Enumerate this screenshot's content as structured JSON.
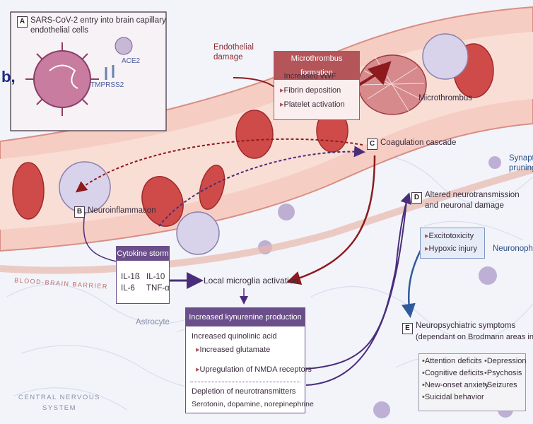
{
  "panel_label": "b,",
  "sections": {
    "a": {
      "badge": "A",
      "line1": "SARS-CoV-2 entry into brain capillary",
      "line2": "endothelial cells",
      "ace2": "ACE2",
      "tmprss2": "TMPRSS2"
    },
    "b": {
      "badge": "B",
      "label": "Neuroinflammation"
    },
    "c": {
      "badge": "C",
      "label": "Coagulation cascade"
    },
    "d": {
      "badge": "D",
      "line1": "Altered neurotransmission",
      "line2": "and neuronal damage",
      "items": [
        "Excitotoxicity",
        "Hypoxic injury"
      ]
    },
    "e": {
      "badge": "E",
      "line1": "Neuropsychiatric symptoms",
      "line2": "(dependant on Brodmann areas involved)",
      "col1": [
        "Attention deficits",
        "Cognitive deficits",
        "New-onset anxiety",
        "Suicidal behavior"
      ],
      "col2": [
        "Depression",
        "Psychosis",
        "Seizures"
      ]
    }
  },
  "endothelial_damage": {
    "line1": "Endothelial",
    "line2": "damage"
  },
  "microthrombus_box": {
    "title": "Microthrombus formation",
    "items": [
      "Increased vWF",
      "Fibrin deposition",
      "Platelet activation"
    ]
  },
  "microthrombus_label": "Microthrombus",
  "synaptic": {
    "line1": "Synaptic",
    "line2": "pruning"
  },
  "neuronophagy": "Neuronophagy",
  "cytokine": {
    "title": "Cytokine storm",
    "c1": "IL-1ß",
    "c2": "IL-10",
    "c3": "IL-6",
    "c4": "TNF-α"
  },
  "local_microglia": "Local microglia activation",
  "kynurenine": {
    "title": "Increased kynurenine production",
    "quinolinic": "Increased quinolinic acid",
    "glutamate": "Increased glutamate",
    "nmda": "Upregulation of NMDA receptors",
    "depletion": "Depletion of neurotransmitters",
    "transmitters": "Serotonin, dopamine, norepinephrine"
  },
  "bbb": "BLOOD-BRAIN BARRIER",
  "astrocyte": "Astrocyte",
  "cns": {
    "line1": "CENTRAL NERVOUS",
    "line2": "SYSTEM"
  },
  "colors": {
    "accent_purple": "#6b4f8a",
    "accent_red": "#b4555a",
    "vessel_pink": "#f0b8b0",
    "arrow_red": "#8e1a1e",
    "arrow_purple": "#4a2d7a",
    "blue_arrow": "#2f5b9c"
  }
}
